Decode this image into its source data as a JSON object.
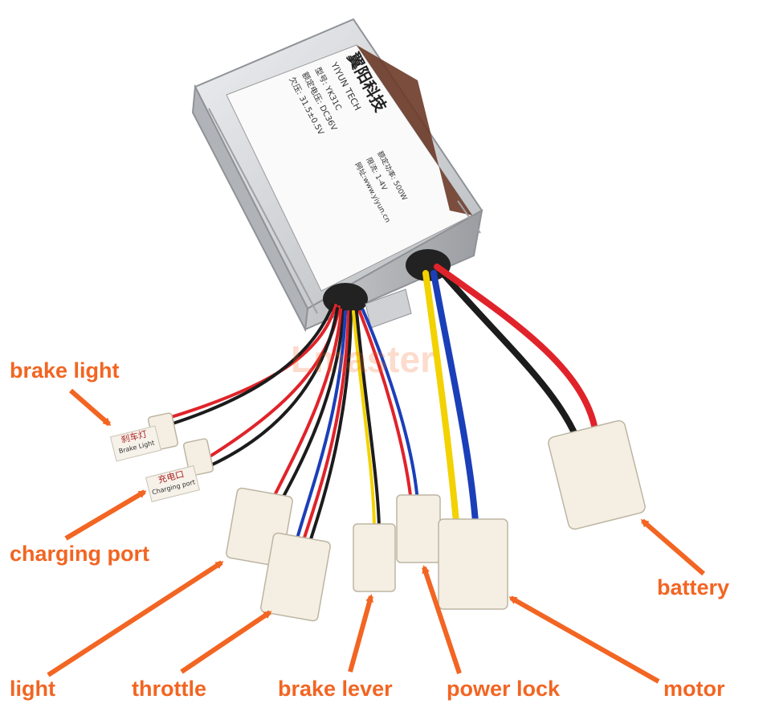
{
  "colors": {
    "label": "#f26522",
    "arrow": "#f26522",
    "housing": "#d4d6d9",
    "housing_dark": "#a9acb0",
    "wire_red": "#e0232a",
    "wire_black": "#1c1c1c",
    "wire_blue": "#1b3fb8",
    "wire_yellow": "#f2d200",
    "connector": "#f4efe2",
    "brand_brown": "#5a2a1a"
  },
  "watermark": "Lmaster",
  "controller": {
    "brand_cn": "翼阳科技",
    "brand_en": "YIYUN TECH",
    "model": "型号: YK31C",
    "rated_voltage": "额定电压: DC36V",
    "undervoltage": "欠压: 31.5±0.5V",
    "rated_power": "额定功率: 500W",
    "current_limit": "限流: 1-4V",
    "website": "网址:www.yiyun.cn"
  },
  "stickers": {
    "brake_light_cn": "刹车灯",
    "brake_light_en": "Brake Light",
    "charging_port_cn": "充电口",
    "charging_port_en": "Charging port"
  },
  "labels": {
    "brake_light": "brake light",
    "charging_port": "charging port",
    "light": "light",
    "throttle": "throttle",
    "brake_lever": "brake lever",
    "power_lock": "power lock",
    "motor": "motor",
    "battery": "battery"
  }
}
